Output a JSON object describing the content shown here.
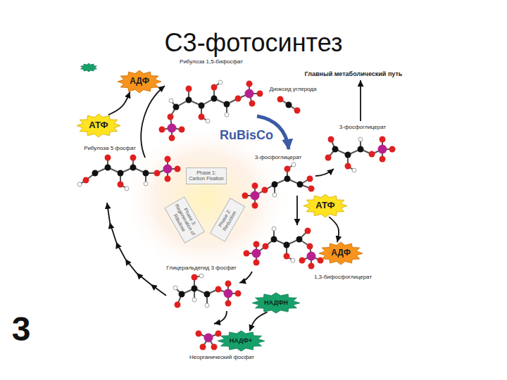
{
  "diagram": {
    "title": "С3-фотосинтез",
    "nodes": [
      {
        "text": [
          "АДФ"
        ]
      },
      {
        "text": [
          "АТФ"
        ]
      },
      {
        "text": [
          "Phase 1:",
          "Carbon Fixation"
        ]
      },
      {
        "text": [
          "Phase 3:",
          "Regeneration of Ribulose"
        ]
      },
      {
        "text": [
          "Phase 2:",
          "Reduction"
        ]
      },
      {
        "text": [
          "АТФ"
        ]
      },
      {
        "text": [
          "АДФ"
        ]
      },
      {
        "text": [
          "НАДФН"
        ]
      },
      {
        "text": [
          "НАДФ+"
        ]
      }
    ],
    "edges": [
      {
        "from": 1,
        "to": 0,
        "arrow": "to"
      },
      {
        "from": 5,
        "to": 6,
        "arrow": "to"
      },
      {
        "from": 7,
        "to": 8,
        "arrow": "to"
      }
    ],
    "labels": [
      "Главный метаболический путь",
      "Рибулоза 1,5-бифосфат",
      "Диоксид углерода",
      "3-фосфоглицерат",
      "RuBisCo",
      "Рибулоза 5 фосфат",
      "3-фосфоглицерат",
      "1,3-бифосфоглицерат",
      "Глицеральдегид 3 фосфат",
      "Неорганический фосфат",
      "3"
    ]
  }
}
